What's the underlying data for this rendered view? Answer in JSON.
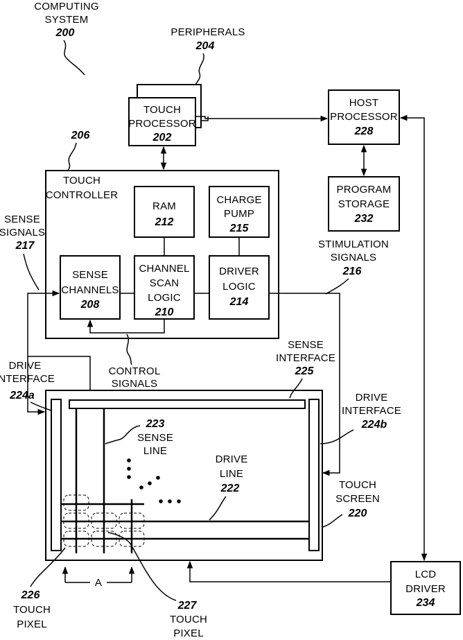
{
  "computing_system": {
    "line1": "COMPUTING",
    "line2": "SYSTEM",
    "num": "200"
  },
  "peripherals": {
    "label": "PERIPHERALS",
    "num": "204"
  },
  "touch_processor": {
    "line1": "TOUCH",
    "line2": "PROCESSOR",
    "num": "202"
  },
  "host_processor": {
    "line1": "HOST",
    "line2": "PROCESSOR",
    "num": "228"
  },
  "program_storage": {
    "line1": "PROGRAM",
    "line2": "STORAGE",
    "num": "232"
  },
  "touch_controller": {
    "num": "206",
    "line1": "TOUCH",
    "line2": "CONTROLLER"
  },
  "ram": {
    "label": "RAM",
    "num": "212"
  },
  "charge_pump": {
    "line1": "CHARGE",
    "line2": "PUMP",
    "num": "215"
  },
  "sense_signals": {
    "line1": "SENSE",
    "line2": "SIGNALS",
    "num": "217"
  },
  "sense_channels": {
    "line1": "SENSE",
    "line2": "CHANNELS",
    "num": "208"
  },
  "channel_scan_logic": {
    "line1": "CHANNEL",
    "line2": "SCAN",
    "line3": "LOGIC",
    "num": "210"
  },
  "driver_logic": {
    "line1": "DRIVER",
    "line2": "LOGIC",
    "num": "214"
  },
  "stimulation_signals": {
    "line1": "STIMULATION",
    "line2": "SIGNALS",
    "num": "216"
  },
  "control_signals": {
    "line1": "CONTROL",
    "line2": "SIGNALS"
  },
  "sense_interface": {
    "line1": "SENSE",
    "line2": "INTERFACE",
    "num": "225"
  },
  "drive_interface_a": {
    "line1": "DRIVE",
    "line2": "INTERFACE",
    "num": "224a"
  },
  "drive_interface_b": {
    "line1": "DRIVE",
    "line2": "INTERFACE",
    "num": "224b"
  },
  "sense_line": {
    "num": "223",
    "line1": "SENSE",
    "line2": "LINE"
  },
  "drive_line": {
    "line1": "DRIVE",
    "line2": "LINE",
    "num": "222"
  },
  "touch_screen": {
    "line1": "TOUCH",
    "line2": "SCREEN",
    "num": "220"
  },
  "dimension_a": {
    "label": "A"
  },
  "touch_pixel_226": {
    "num": "226",
    "line1": "TOUCH",
    "line2": "PIXEL"
  },
  "touch_pixel_227": {
    "num": "227",
    "line1": "TOUCH",
    "line2": "PIXEL"
  },
  "lcd_driver": {
    "line1": "LCD",
    "line2": "DRIVER",
    "num": "234"
  }
}
